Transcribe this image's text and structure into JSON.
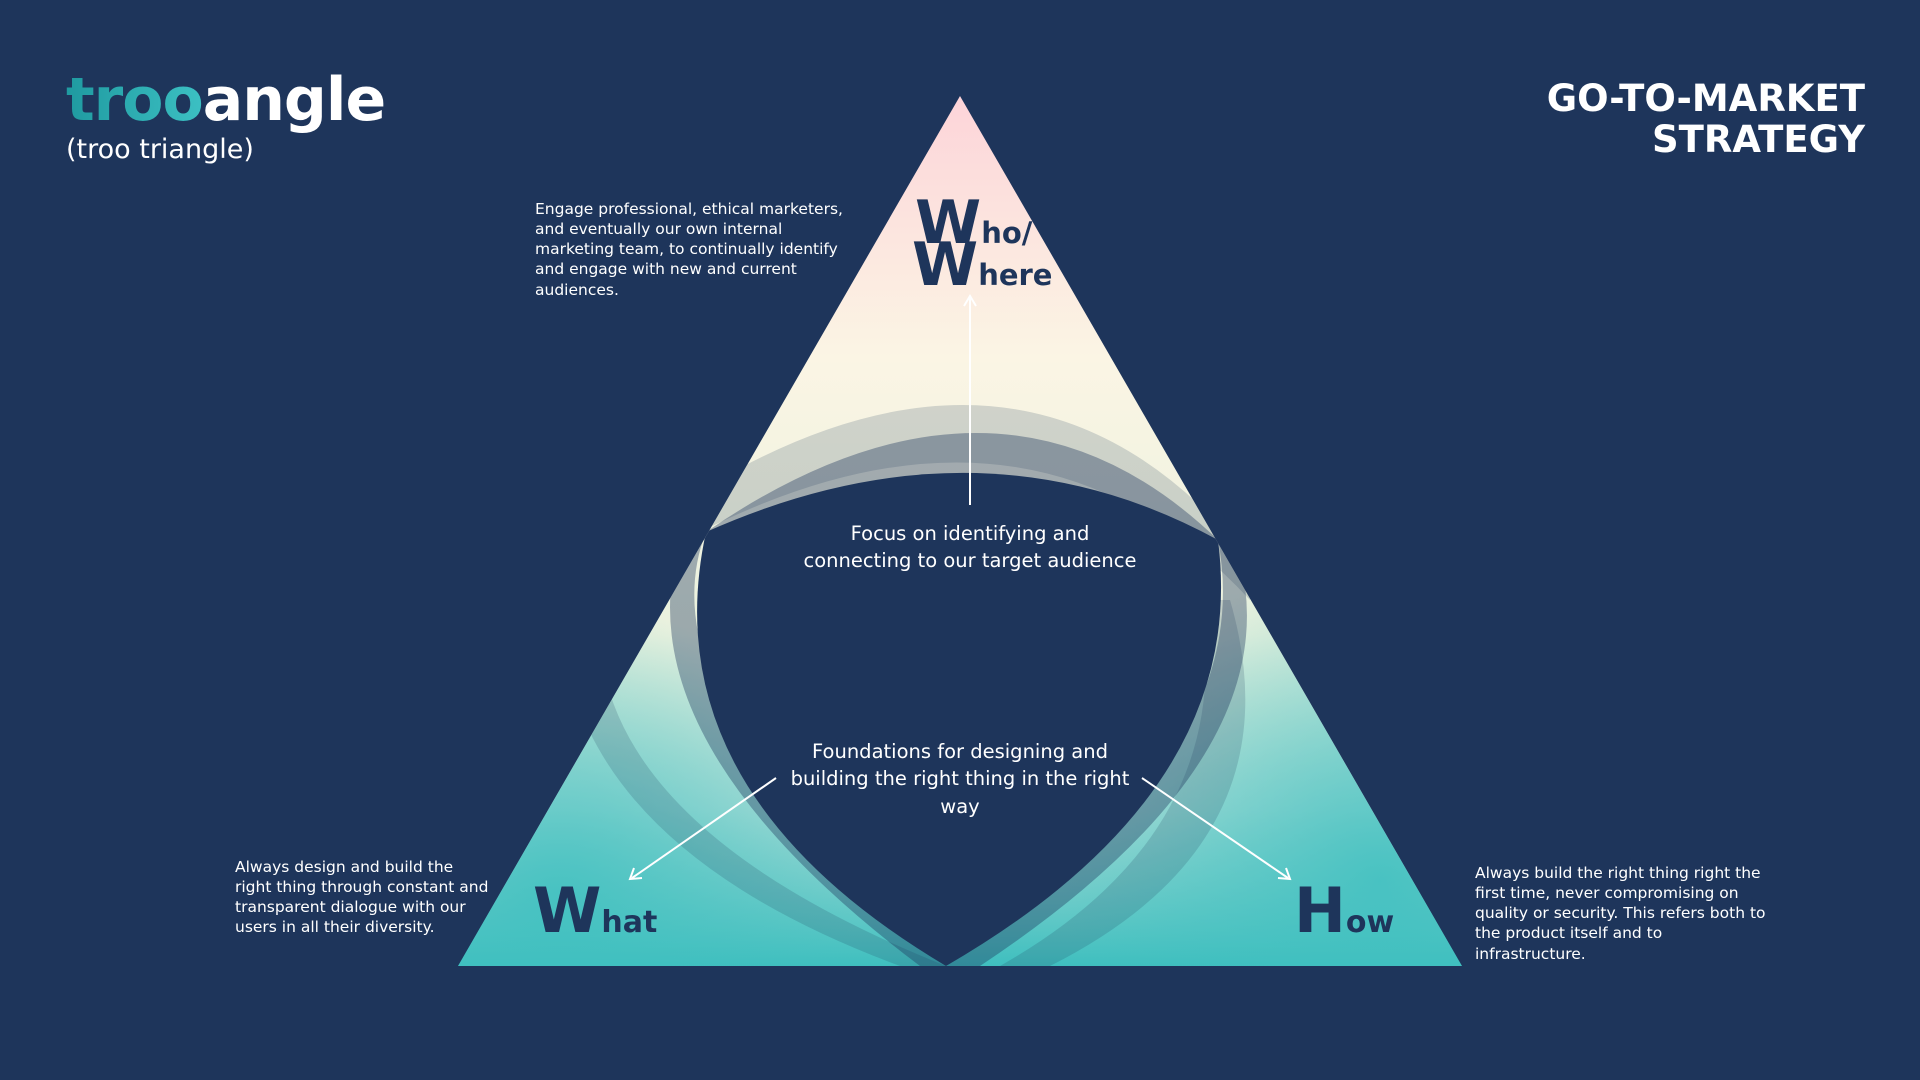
{
  "logo": {
    "brand_part1": "troo",
    "brand_part2": "angle",
    "subtitle": "(troo triangle)"
  },
  "title": {
    "line1": "GO-TO-MARKET",
    "line2": "STRATEGY"
  },
  "corners": {
    "who_where": {
      "letter1": "W",
      "suffix1": "ho/",
      "letter2": "W",
      "suffix2": "here"
    },
    "what": {
      "letter": "W",
      "suffix": "hat"
    },
    "how": {
      "letter": "H",
      "suffix": "ow"
    }
  },
  "descriptions": {
    "who_where": "Engage professional, ethical marketers, and eventually our own internal marketing team, to continually identify and engage with new and current audiences.",
    "what": "Always design and build the right thing through constant and transparent dialogue with our users in all their diversity.",
    "how": "Always build the right thing right the first time, never compromising on quality or security. This refers both to the product itself and to infrastructure."
  },
  "center": {
    "top": "Focus on identifying and connecting to our target audience",
    "bottom": "Foundations for designing and building the right thing in the right way"
  },
  "colors": {
    "background": "#1e355b",
    "pink": "#fdd9dc",
    "cream": "#fbf6e6",
    "teal": "#3fc0c0",
    "text": "#ffffff"
  }
}
